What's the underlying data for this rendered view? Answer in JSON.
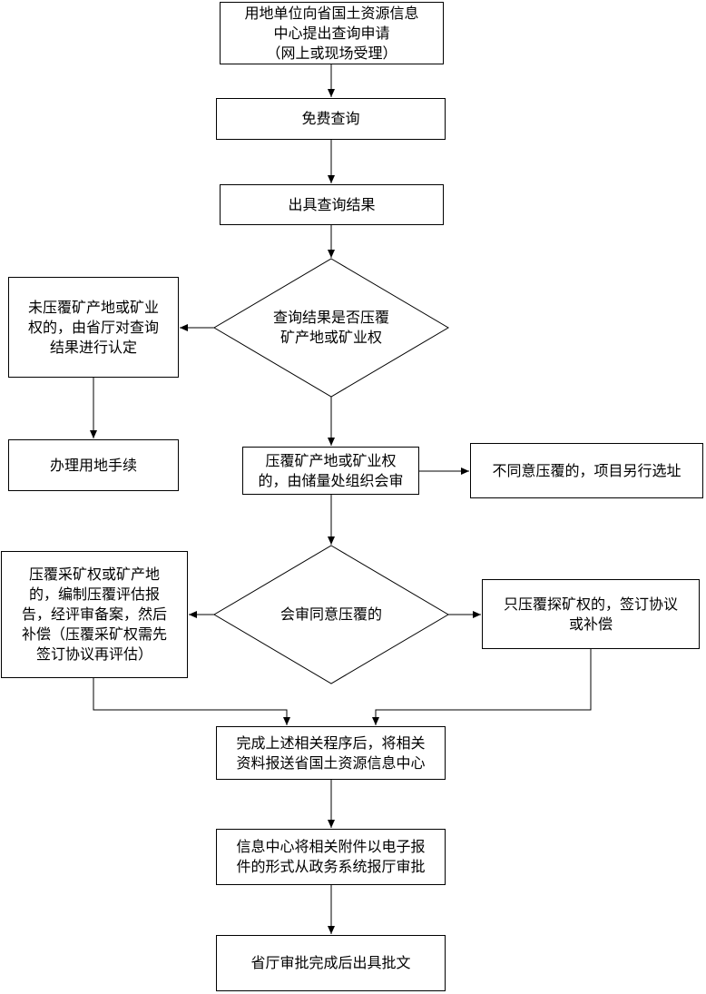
{
  "nodes": {
    "apply": "用地单位向省国土资源信息\n中心提出查询申请\n（网上或现场受理）",
    "free_query": "免费查询",
    "issue_result": "出具查询结果",
    "decision_cover": "查询结果是否压覆\n矿产地或矿业权",
    "not_covered": "未压覆矿产地或矿业\n权的，由省厅对查询\n结果进行认定",
    "land_procedure": "办理用地手续",
    "covered_review": "压覆矿产地或矿业权\n的，由储量处组织会审",
    "disagree": "不同意压覆的，项目另行选址",
    "mining_right": "压覆采矿权或矿产地\n的，编制压覆评估报\n告，经评审备案，然后\n补偿（压覆采矿权需先\n签订协议再评估）",
    "decision_agree": "会审同意压覆的",
    "exploration_right": "只压覆探矿权的，签订协议\n或补偿",
    "submit_info": "完成上述相关程序后，将相关\n资料报送省国土资源信息中心",
    "info_center": "信息中心将相关附件以电子报\n件的形式从政务系统报厅审批",
    "approval": "省厅审批完成后出具批文"
  }
}
